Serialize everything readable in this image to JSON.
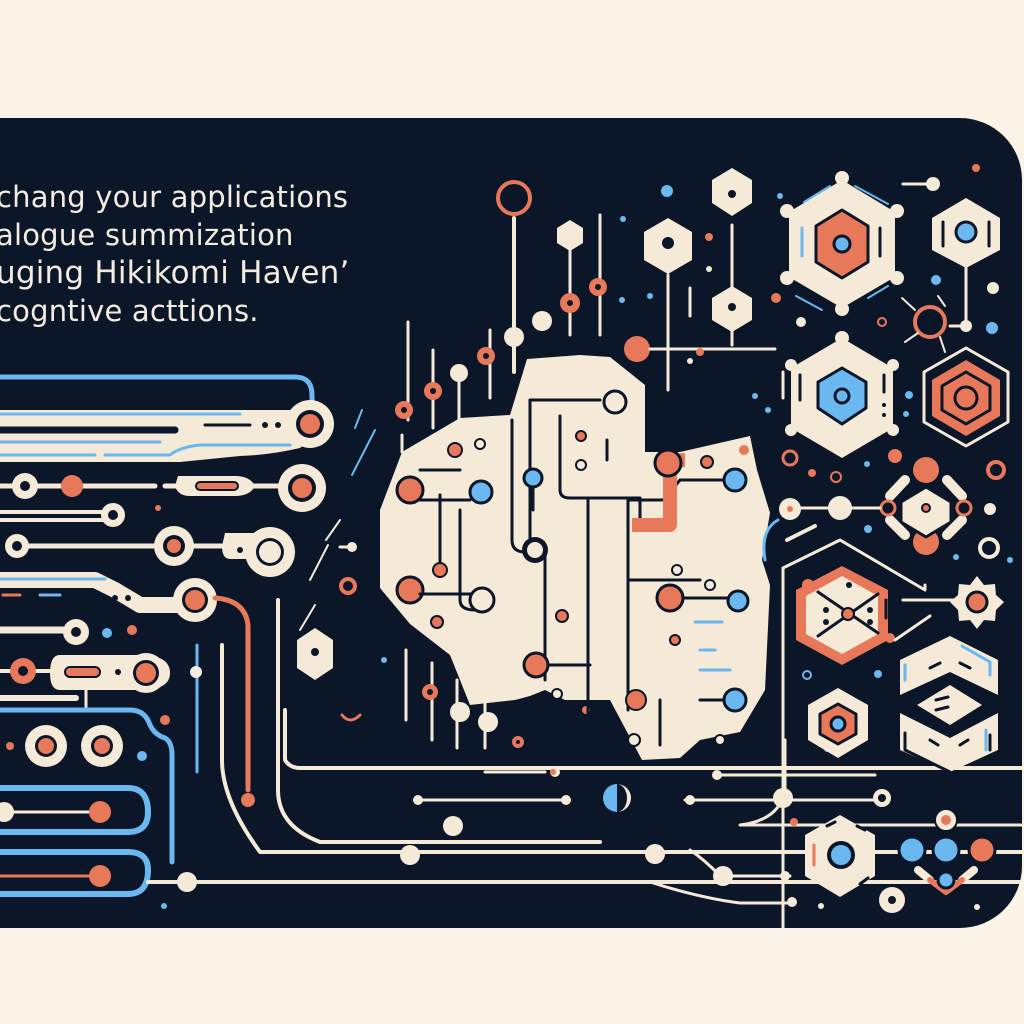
{
  "illustration": {
    "theme": "circuit-board / neural network graphic with hexagonal nodes",
    "headline_lines": [
      "chang your applications",
      "alogue summization",
      "uging Hikikomi Havenʼ",
      "cogntive acttions."
    ],
    "colors": {
      "page_background": "#fbf4e6",
      "panel_background": "#0b1628",
      "cream": "#f5ead8",
      "coral": "#e8785a",
      "blue": "#6bb8f0",
      "ink": "#0b1628"
    },
    "icons": [
      "circuit-traces-icon",
      "brain-circuit-icon",
      "hexagon-node-icon",
      "gear-icon",
      "flower-node-icon",
      "layered-chevron-icon",
      "pill-node-icon"
    ]
  }
}
